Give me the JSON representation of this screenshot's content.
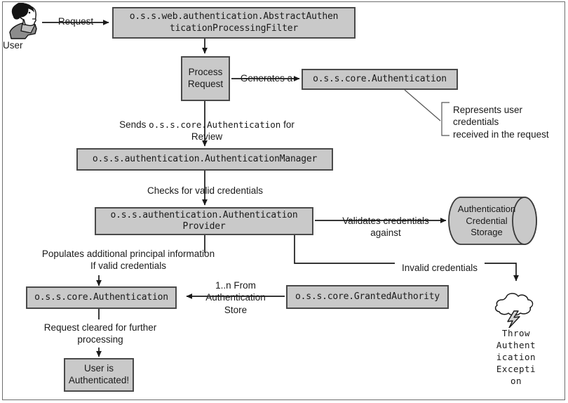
{
  "diagram": {
    "title": "Spring Security authentication flow",
    "colors": {
      "box_fill": "#c9c9c9",
      "box_border": "#4a4a4a",
      "line": "#1a1a1a",
      "frame": "#6e6e6e",
      "background": "#ffffff"
    }
  },
  "actor": {
    "icon": "user-profile-icon",
    "label": "User"
  },
  "nodes": {
    "abstract_filter": "o.s.s.web.authentication.AbstractAuthen\nticationProcessingFilter",
    "process_request": "Process\nRequest",
    "core_authentication_top": "o.s.s.core.Authentication",
    "authentication_manager": "o.s.s.authentication.AuthenticationManager",
    "authentication_provider": "o.s.s.authentication.Authentication\nProvider",
    "credential_storage": "Authentication\nCredential\nStorage",
    "core_authentication_bottom": "o.s.s.core.Authentication",
    "granted_authority": "o.s.s.core.GrantedAuthority",
    "user_authenticated": "User is\nAuthenticated!",
    "throw_exception": "Throw\nAuthent\nication\nExcepti\non"
  },
  "edges": {
    "request": "Request",
    "generates_a": "Generates a",
    "sends_for_review_pre": "Sends ",
    "sends_for_review_mono": "o.s.s.core.Authentication",
    "sends_for_review_post": " for Review",
    "checks_valid_credentials": "Checks for valid credentials",
    "validates_against": "Validates credentials\nagainst",
    "invalid_credentials": "Invalid credentials",
    "populates_principal": "Populates additional principal information\nIf valid credentials",
    "one_to_n_from_store": "1..n From\nAuthentication\nStore",
    "request_cleared": "Request cleared for further\nprocessing"
  },
  "callouts": {
    "represents_credentials": "Represents user credentials\nreceived in the request"
  }
}
